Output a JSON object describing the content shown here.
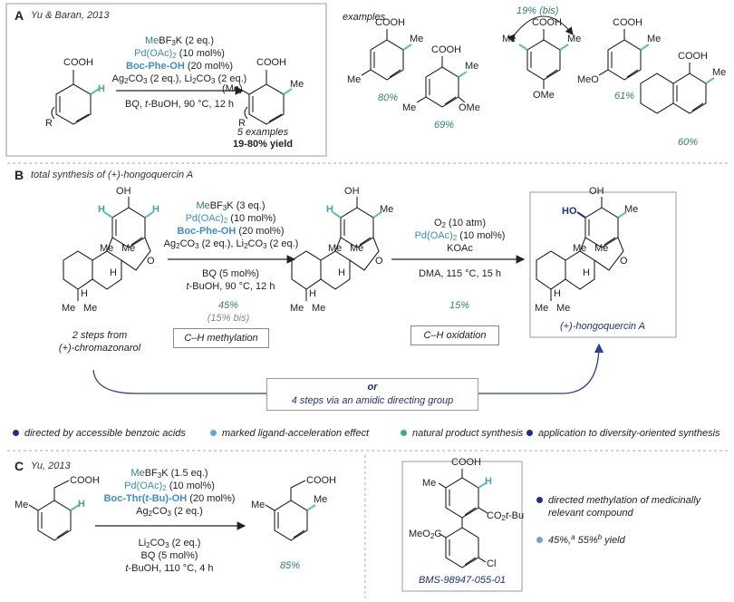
{
  "panel_a": {
    "letter": "A",
    "reference": "Yu & Baran, 2013",
    "reagent_1_part1": "Me",
    "reagent_1_part2": "BF",
    "reagent_1_sub": "3",
    "reagent_1_part3": "K (2 eq.)",
    "reagent_2_part1": "Pd(OAc)",
    "reagent_2_sub": "2",
    "reagent_2_part2": " (10 mol%)",
    "reagent_3_ligand": "Boc-Phe-OH",
    "reagent_3_amount": " (20 mol%)",
    "reagent_4_a": "Ag",
    "reagent_4_sub1": "2",
    "reagent_4_b": "CO",
    "reagent_4_sub2": "3",
    "reagent_4_c": " (2 eq.), Li",
    "reagent_4_sub3": "2",
    "reagent_4_d": "CO",
    "reagent_4_sub4": "3",
    "reagent_4_e": " (2 eq.)",
    "condition_a": "BQ, ",
    "condition_b": "t",
    "condition_c": "-BuOH, 90 °C, 12 h",
    "summary_count": "5 examples",
    "summary_yield": "19-80% yield",
    "sm_label_cooh": "COOH",
    "sm_label_r": "R",
    "pr_label_cooh": "COOH",
    "pr_label_me_paren": "(Me)",
    "pr_label_me": "Me",
    "pr_label_r": "R",
    "examples_label": "examples",
    "bis_label": "19% (bis)",
    "examples": [
      {
        "top": "COOH",
        "sub1": "Me",
        "sub2": "Me",
        "yield": "80%"
      },
      {
        "top": "COOH",
        "sub1": "Me",
        "sub2": "OMe",
        "sub3": "Me",
        "yield": "69%"
      },
      {
        "top": "COOH",
        "sub1": "Me",
        "sub2": "Me",
        "sub3": "OMe"
      },
      {
        "top": "COOH",
        "sub1": "MeO",
        "sub2": "Me",
        "yield": "61%"
      },
      {
        "top": "COOH",
        "sub1": "Me",
        "yield": "60%"
      }
    ]
  },
  "panel_b": {
    "letter": "B",
    "reference": "total synthesis of (+)-hongoquercin A",
    "step1_r1_a": "Me",
    "step1_r1_b": "BF",
    "step1_r1_sub": "3",
    "step1_r1_c": "K (3 eq.)",
    "step1_r2_a": "Pd(OAc)",
    "step1_r2_sub": "2",
    "step1_r2_b": " (10 mol%)",
    "step1_r3_a": "Boc-Phe-OH",
    "step1_r3_b": " (20 mol%)",
    "step1_r4_a": "Ag",
    "step1_r4_s1": "2",
    "step1_r4_b": "CO",
    "step1_r4_s2": "3",
    "step1_r4_c": " (2 eq.), Li",
    "step1_r4_s3": "2",
    "step1_r4_d": "CO",
    "step1_r4_s4": "3",
    "step1_r4_e": " (2 eq.)",
    "step1_c1": "BQ (5 mol%)",
    "step1_c2_a": "t",
    "step1_c2_b": "-BuOH, 90 °C, 12 h",
    "step1_yield": "45%",
    "step1_bis": "(15% bis)",
    "step1_box": "C–H methylation",
    "step2_r1_a": "O",
    "step2_r1_sub": "2",
    "step2_r1_b": " (10 atm)",
    "step2_r2_a": "Pd(OAc)",
    "step2_r2_sub": "2",
    "step2_r2_b": " (10 mol%)",
    "step2_r3": "KOAc",
    "step2_c1": "DMA, 115 °C, 15 h",
    "step2_yield": "15%",
    "step2_box": "C–H oxidation",
    "sm_caption_1": "2 steps from",
    "sm_caption_2": "(+)-chromazonarol",
    "product_caption": "(+)-hongoquercin A",
    "or_label": "or",
    "alt_route": "4 steps via an amidic directing group",
    "atoms": {
      "oh": "OH",
      "o": "O",
      "me": "Me",
      "h": "H",
      "ho": "HO"
    }
  },
  "legend": [
    {
      "color": "#1f2f8a",
      "text": "directed by accessible benzoic acids"
    },
    {
      "color": "#6aa5d8",
      "text": "marked ligand-acceleration effect"
    },
    {
      "color": "#3fa89c",
      "text": "natural product synthesis"
    },
    {
      "color": "#1f2f8a",
      "text": "application to diversity-oriented synthesis"
    }
  ],
  "panel_c": {
    "letter": "C",
    "reference": "Yu, 2013",
    "r1_a": "Me",
    "r1_b": "BF",
    "r1_sub": "3",
    "r1_c": "K (1.5 eq.)",
    "r2_a": "Pd(OAc)",
    "r2_sub": "2",
    "r2_b": " (10 mol%)",
    "r3_a": "Boc-Thr(",
    "r3_b": "t",
    "r3_c": "-Bu)-OH",
    "r3_d": " (20 mol%)",
    "r4_a": "Ag",
    "r4_s1": "2",
    "r4_b": "CO",
    "r4_s2": "3",
    "r4_c": " (2 eq.)",
    "c1_a": "Li",
    "c1_s1": "2",
    "c1_b": "CO",
    "c1_s2": "3",
    "c1_c": " (2 eq.)",
    "c2": "BQ (5 mol%)",
    "c3_a": "t",
    "c3_b": "-BuOH, 110 °C, 4 h",
    "yield": "85%",
    "sm_cooh": "COOH",
    "sm_me": "Me",
    "pr_cooh": "COOH",
    "pr_me1": "Me",
    "pr_me2": "Me",
    "bms_cooh": "COOH",
    "bms_me": "Me",
    "bms_h": "H",
    "bms_co2tbu_a": "CO",
    "bms_co2tbu_sub": "2",
    "bms_co2tbu_b": "t",
    "bms_co2tbu_c": "-Bu",
    "bms_meo2c_a": "MeO",
    "bms_meo2c_sub": "2",
    "bms_meo2c_b": "C",
    "bms_cl": "Cl",
    "bms_name": "BMS-98947-055-01",
    "note1_line1": "directed methylation of medicinally",
    "note1_line2": "relevant compound",
    "note2_a": "45%,",
    "note2_sup1": "a",
    "note2_b": " 55%",
    "note2_sup2": "b",
    "note2_c": " yield",
    "note_colors": [
      "#1f2f8a",
      "#6aa5d8"
    ]
  },
  "colors": {
    "teal": "#2f7f7a",
    "ligand_blue": "#3a8dd6",
    "navy": "#1f2f8a",
    "highlight_green": "#5cc3a5",
    "box_grey": "#9a9a9a"
  }
}
